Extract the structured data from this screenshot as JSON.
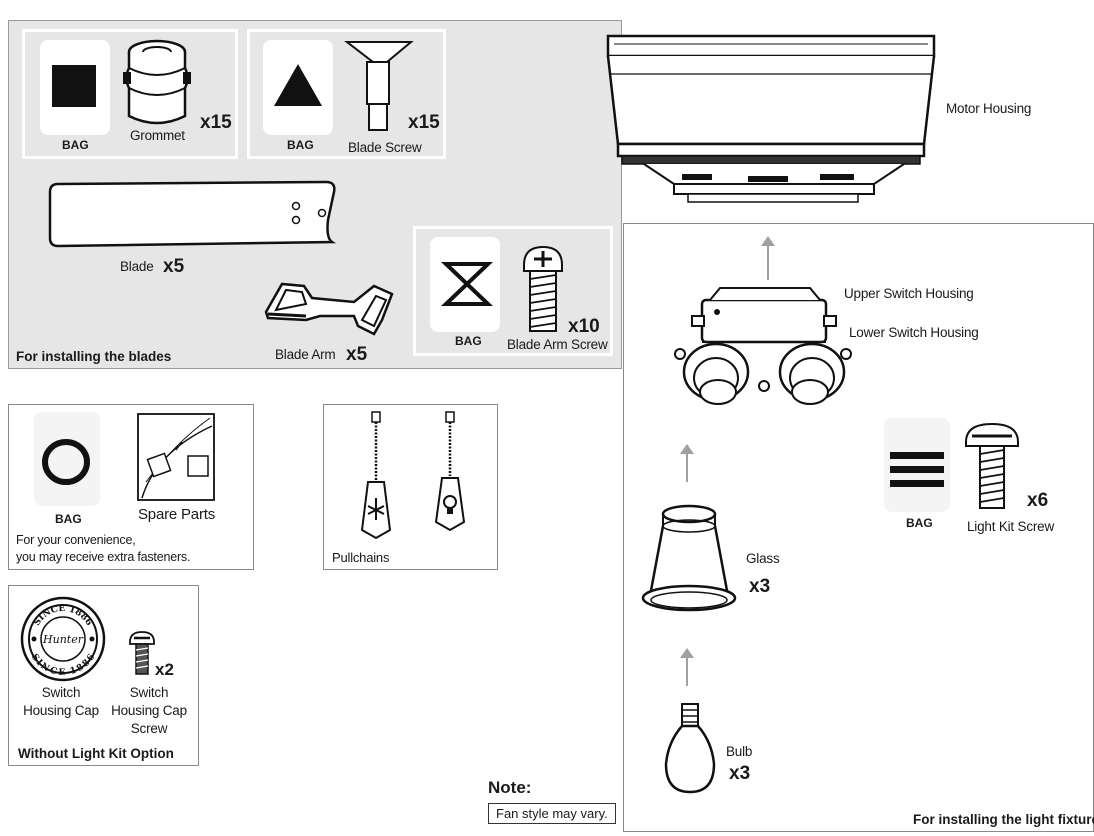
{
  "blades_section": {
    "caption": "For installing the blades",
    "bag_label": "BAG",
    "grommet": {
      "label": "Grommet",
      "qty": "x15"
    },
    "blade_screw": {
      "label": "Blade Screw",
      "qty": "x15"
    },
    "blade": {
      "label": "Blade",
      "qty": "x5"
    },
    "blade_arm": {
      "label": "Blade Arm",
      "qty": "x5"
    },
    "blade_arm_screw": {
      "label": "Blade Arm Screw",
      "qty": "x10"
    }
  },
  "motor_housing": {
    "label": "Motor Housing"
  },
  "light_fixture_section": {
    "caption": "For installing the light fixture",
    "upper_switch_housing": "Upper Switch Housing",
    "lower_switch_housing": "Lower Switch Housing",
    "bag_label": "BAG",
    "light_kit_screw": {
      "label": "Light Kit Screw",
      "qty": "x6"
    },
    "glass": {
      "label": "Glass",
      "qty": "x3"
    },
    "bulb": {
      "label": "Bulb",
      "qty": "x3"
    }
  },
  "spare_parts_section": {
    "bag_label": "BAG",
    "spare_parts_label": "Spare Parts",
    "note_line1": "For your convenience,",
    "note_line2": "you may receive extra fasteners."
  },
  "pullchains_section": {
    "caption": "Pullchains"
  },
  "without_light_kit_section": {
    "caption": "Without Light Kit Option",
    "cap_line1": "Switch",
    "cap_line2": "Housing Cap",
    "screw_line1": "Switch",
    "screw_line2": "Housing Cap",
    "screw_line3": "Screw",
    "screw_qty": "x2",
    "badge_top": "SINCE 1886",
    "badge_bottom": "SINCE 1886",
    "badge_center": "Hunter"
  },
  "note": {
    "heading": "Note:",
    "text": "Fan style may vary."
  },
  "colors": {
    "panel_gray": "#e6e6e6",
    "ink": "#1a1a1a",
    "arrow": "#a0a0a0"
  }
}
